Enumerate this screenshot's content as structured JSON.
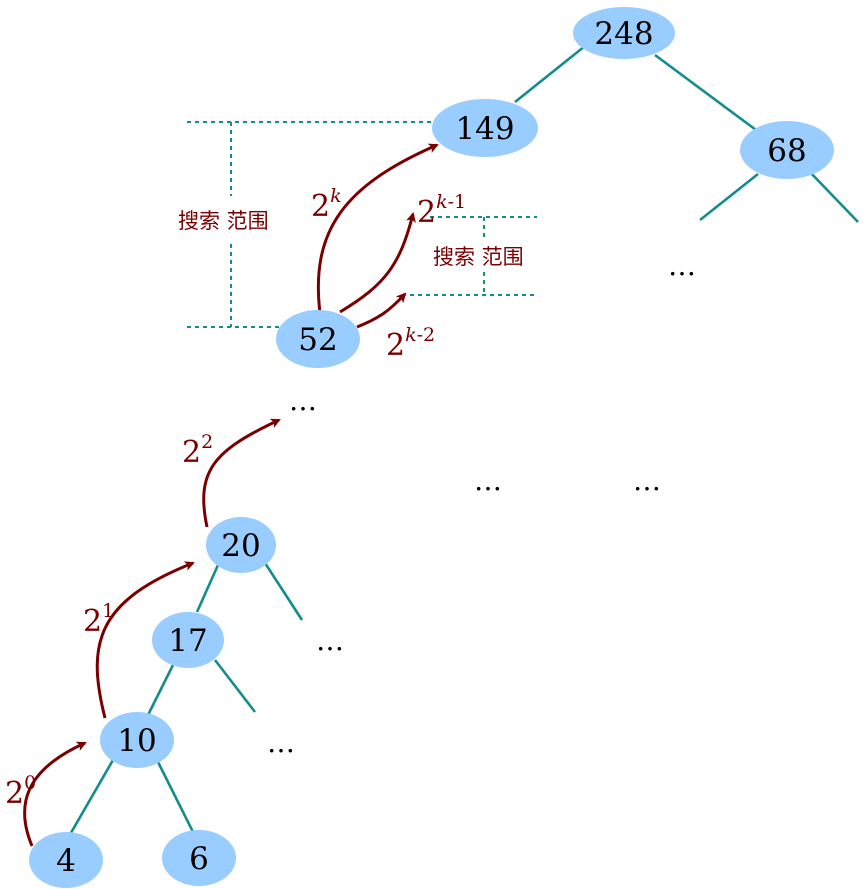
{
  "nodes": {
    "n248": "248",
    "n149": "149",
    "n68": "68",
    "n52": "52",
    "n20": "20",
    "n17": "17",
    "n10": "10",
    "n4": "4",
    "n6": "6"
  },
  "ellipsis": "…",
  "jumps": {
    "j0": {
      "base": "2",
      "exp": "0"
    },
    "j1": {
      "base": "2",
      "exp": "1"
    },
    "j2": {
      "base": "2",
      "exp": "2"
    },
    "jk": {
      "base": "2",
      "exp": "k"
    },
    "jk1": {
      "base": "2",
      "exp_var": "k",
      "exp_rest": "-1"
    },
    "jk2": {
      "base": "2",
      "exp_var": "k",
      "exp_rest": "-2"
    }
  },
  "search_range": {
    "main_label": "搜索 范围",
    "inner_label": "搜索 范围"
  },
  "colors": {
    "node_fill": "#99ccff",
    "edge": "#138c8c",
    "arrow": "#7a0000",
    "range_text": "#7a0000"
  }
}
